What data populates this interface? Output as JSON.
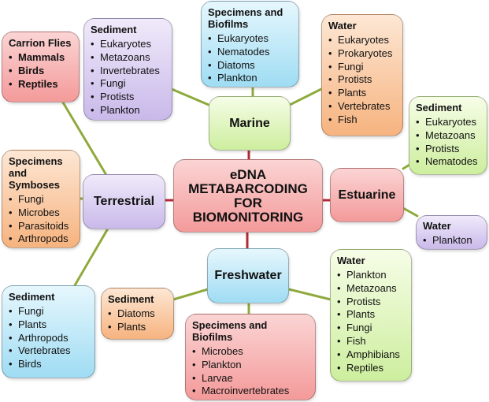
{
  "center": {
    "label": "eDNA\nMETABARCODING\nFOR\nBIOMONITORING"
  },
  "hubs": {
    "marine": "Marine",
    "terrestrial": "Terrestrial",
    "estuarine": "Estuarine",
    "freshwater": "Freshwater"
  },
  "colors": {
    "link_green": "#8faa3c",
    "link_red": "#b22a36"
  },
  "terrestrial": {
    "carrion_flies": {
      "title": "Carrion Flies",
      "items": [
        "Mammals",
        "Birds",
        "Reptiles"
      ]
    },
    "specimens_symboses": {
      "title": "Specimens and Symboses",
      "items": [
        "Fungi",
        "Microbes",
        "Parasitoids",
        "Arthropods"
      ]
    },
    "sediment": {
      "title": "Sediment",
      "items": [
        "Fungi",
        "Plants",
        "Arthropods",
        "Vertebrates",
        "Birds"
      ]
    }
  },
  "marine": {
    "sediment": {
      "title": "Sediment",
      "items": [
        "Eukaryotes",
        "Metazoans",
        "Invertebrates",
        "Fungi",
        "Protists",
        "Plankton"
      ]
    },
    "specimens_biofilms": {
      "title": "Specimens and Biofilms",
      "items": [
        "Eukaryotes",
        "Nematodes",
        "Diatoms",
        "Plankton"
      ]
    },
    "water": {
      "title": "Water",
      "items": [
        "Eukaryotes",
        "Prokaryotes",
        "Fungi",
        "Protists",
        "Plants",
        "Vertebrates",
        "Fish"
      ]
    }
  },
  "estuarine": {
    "sediment": {
      "title": "Sediment",
      "items": [
        "Eukaryotes",
        "Metazoans",
        "Protists",
        "Nematodes"
      ]
    },
    "water": {
      "title": "Water",
      "items": [
        "Plankton"
      ]
    }
  },
  "freshwater": {
    "sediment": {
      "title": "Sediment",
      "items": [
        "Diatoms",
        "Plants"
      ]
    },
    "specimens_biofilms": {
      "title": "Specimens and Biofilms",
      "items": [
        "Microbes",
        "Plankton",
        "Larvae",
        "Macroinvertebrates"
      ]
    },
    "water": {
      "title": "Water",
      "items": [
        "Plankton",
        "Metazoans",
        "Protists",
        "Plants",
        "Fungi",
        "Fish",
        "Amphibians",
        "Reptiles"
      ]
    }
  }
}
